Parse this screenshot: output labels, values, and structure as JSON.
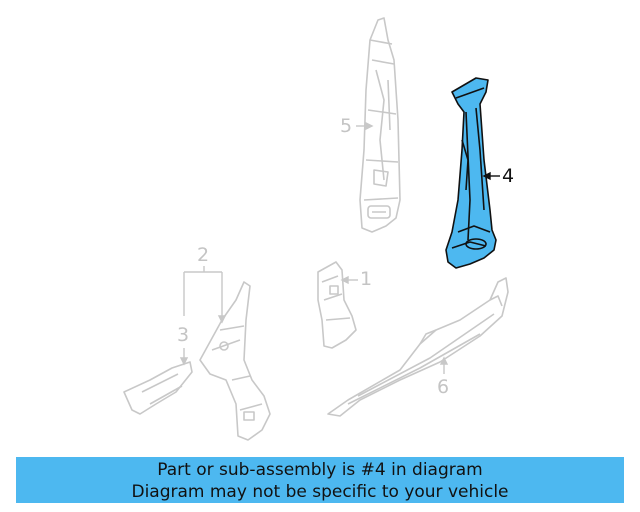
{
  "diagram": {
    "highlighted_part": "4",
    "highlight_color": "#4db8f0",
    "line_color_dim": "#c8c8c8",
    "line_color_active": "#111111",
    "callouts": [
      "1",
      "2",
      "3",
      "4",
      "5",
      "6"
    ]
  },
  "banner": {
    "line1": "Part or sub-assembly is #4 in diagram",
    "line2": "Diagram may not be specific to your vehicle",
    "background": "#4db8f0"
  }
}
